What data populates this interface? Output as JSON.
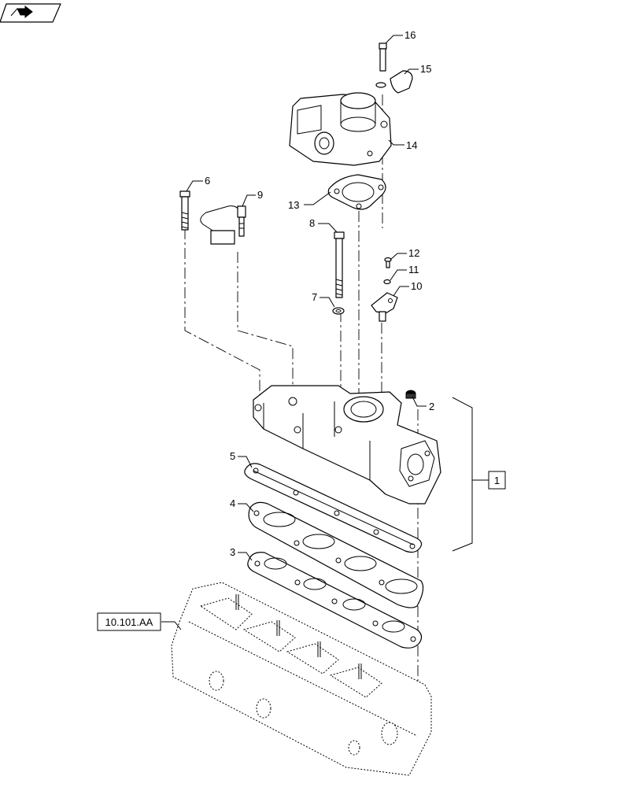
{
  "nav_button": {
    "icon": "return-arrow-icon"
  },
  "callouts": {
    "c1": "1",
    "c2": "2",
    "c3": "3",
    "c4": "4",
    "c5": "5",
    "c6": "6",
    "c7": "7",
    "c8": "8",
    "c9": "9",
    "c10": "10",
    "c11": "11",
    "c12": "12",
    "c13": "13",
    "c14": "14",
    "c15": "15",
    "c16": "16"
  },
  "reference": {
    "label": "10.101.AA"
  }
}
